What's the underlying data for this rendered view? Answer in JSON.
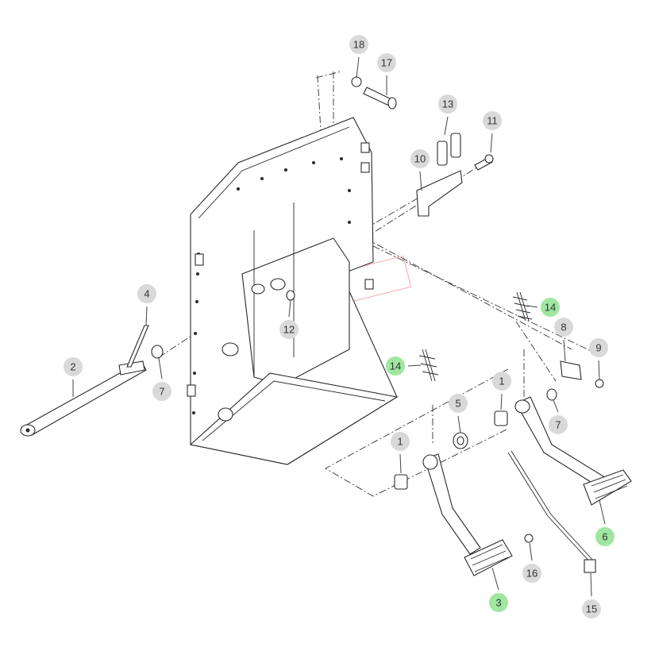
{
  "diagram": {
    "accent_color": "#9fe7a0",
    "callout_color": "#d9d9d9",
    "watermark_color": "#e88888",
    "callouts": [
      {
        "label": "18",
        "highlight": false
      },
      {
        "label": "17",
        "highlight": false
      },
      {
        "label": "13",
        "highlight": false
      },
      {
        "label": "11",
        "highlight": false
      },
      {
        "label": "10",
        "highlight": false
      },
      {
        "label": "4",
        "highlight": false
      },
      {
        "label": "12",
        "highlight": false
      },
      {
        "label": "14",
        "highlight": true
      },
      {
        "label": "8",
        "highlight": false
      },
      {
        "label": "9",
        "highlight": false
      },
      {
        "label": "2",
        "highlight": false
      },
      {
        "label": "7",
        "highlight": false
      },
      {
        "label": "14",
        "highlight": true
      },
      {
        "label": "1",
        "highlight": false
      },
      {
        "label": "5",
        "highlight": false
      },
      {
        "label": "7",
        "highlight": false
      },
      {
        "label": "1",
        "highlight": false
      },
      {
        "label": "6",
        "highlight": true
      },
      {
        "label": "16",
        "highlight": false
      },
      {
        "label": "3",
        "highlight": true
      },
      {
        "label": "15",
        "highlight": false
      }
    ]
  }
}
